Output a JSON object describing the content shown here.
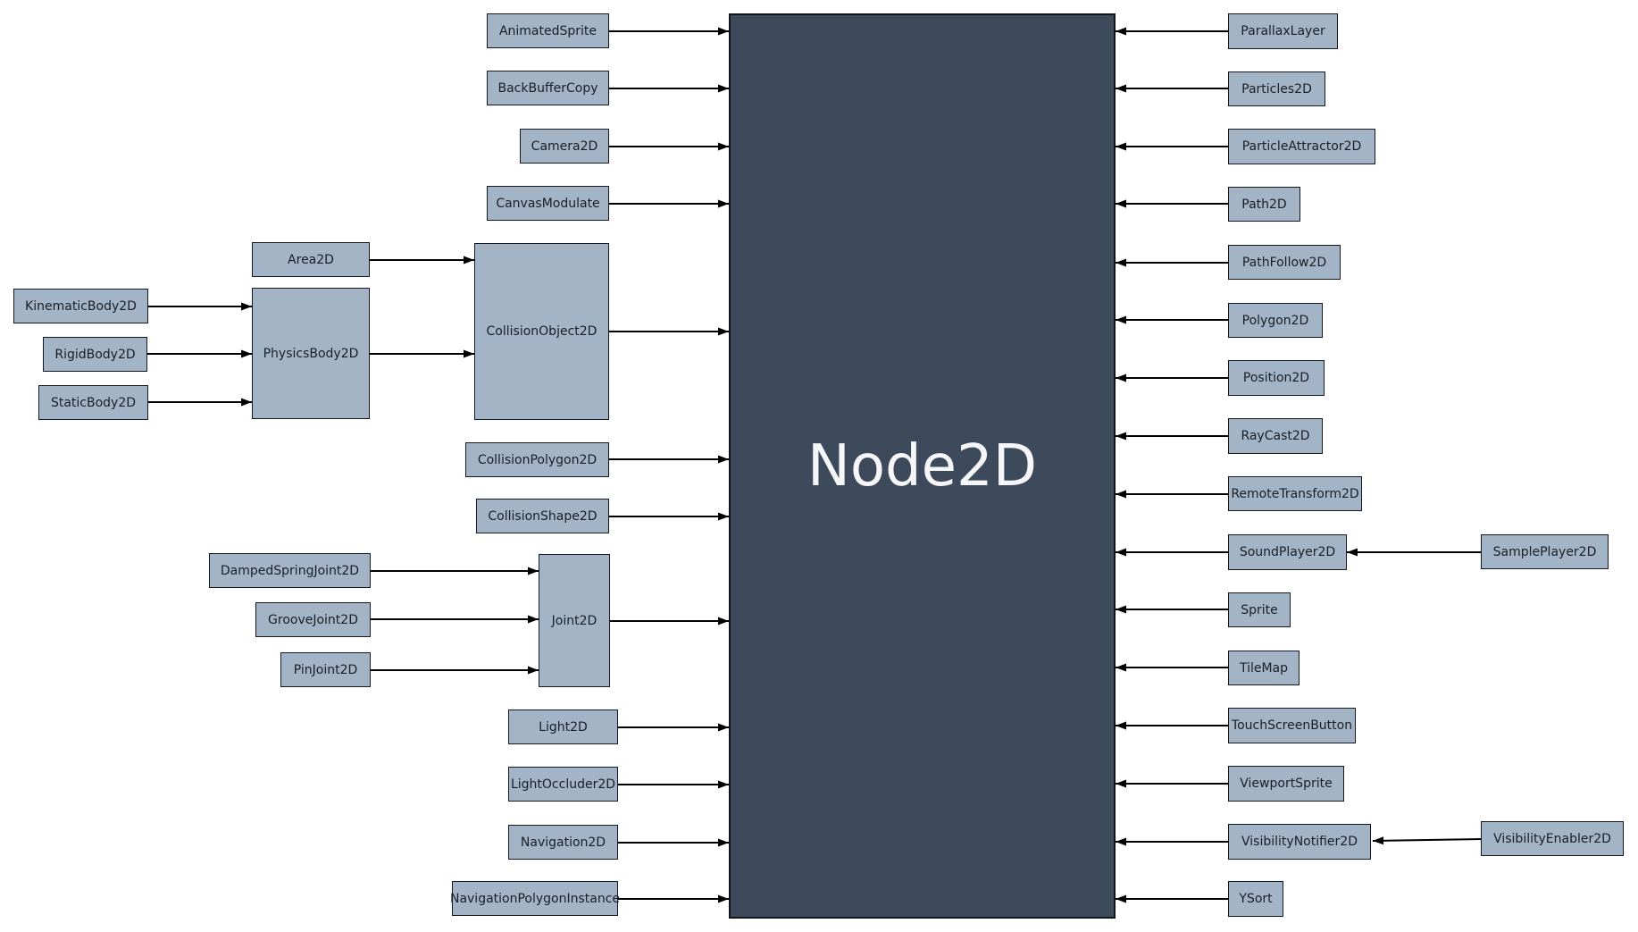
{
  "diagram": {
    "center": {
      "label": "Node2D"
    },
    "colors": {
      "center_fill": "#3d4a5c",
      "center_text": "#f6f6f8",
      "box_fill": "#a3b4c7",
      "box_border": "#15181e",
      "box_text": "#1a1f27",
      "arrow": "#000000",
      "background": "#ffffff"
    },
    "nodes": {
      "animatedsprite": {
        "label": "AnimatedSprite"
      },
      "backbuffercopy": {
        "label": "BackBufferCopy"
      },
      "camera2d": {
        "label": "Camera2D"
      },
      "canvasmodulate": {
        "label": "CanvasModulate"
      },
      "area2d": {
        "label": "Area2D"
      },
      "kinematicbody2d": {
        "label": "KinematicBody2D"
      },
      "rigidbody2d": {
        "label": "RigidBody2D"
      },
      "staticbody2d": {
        "label": "StaticBody2D"
      },
      "physicsbody2d": {
        "label": "PhysicsBody2D"
      },
      "collisionobject2d": {
        "label": "CollisionObject2D"
      },
      "collisionpolygon2d": {
        "label": "CollisionPolygon2D"
      },
      "collisionshape2d": {
        "label": "CollisionShape2D"
      },
      "dampedspringjoint2d": {
        "label": "DampedSpringJoint2D"
      },
      "groovejoint2d": {
        "label": "GrooveJoint2D"
      },
      "pinjoint2d": {
        "label": "PinJoint2D"
      },
      "joint2d": {
        "label": "Joint2D"
      },
      "light2d": {
        "label": "Light2D"
      },
      "lightoccluder2d": {
        "label": "LightOccluder2D"
      },
      "navigation2d": {
        "label": "Navigation2D"
      },
      "navigationpolygoninstance": {
        "label": "NavigationPolygonInstance"
      },
      "parallaxlayer": {
        "label": "ParallaxLayer"
      },
      "particles2d": {
        "label": "Particles2D"
      },
      "particleattractor2d": {
        "label": "ParticleAttractor2D"
      },
      "path2d": {
        "label": "Path2D"
      },
      "pathfollow2d": {
        "label": "PathFollow2D"
      },
      "polygon2d": {
        "label": "Polygon2D"
      },
      "position2d": {
        "label": "Position2D"
      },
      "raycast2d": {
        "label": "RayCast2D"
      },
      "remotetransform2d": {
        "label": "RemoteTransform2D"
      },
      "soundplayer2d": {
        "label": "SoundPlayer2D"
      },
      "sampleplayer2d": {
        "label": "SamplePlayer2D"
      },
      "sprite": {
        "label": "Sprite"
      },
      "tilemap": {
        "label": "TileMap"
      },
      "touchscreenbutton": {
        "label": "TouchScreenButton"
      },
      "viewportsprite": {
        "label": "ViewportSprite"
      },
      "visibilitynotifier2d": {
        "label": "VisibilityNotifier2D"
      },
      "visibilityenabler2d": {
        "label": "VisibilityEnabler2D"
      },
      "ysort": {
        "label": "YSort"
      }
    },
    "edges": [
      {
        "from": "AnimatedSprite",
        "to": "Node2D"
      },
      {
        "from": "BackBufferCopy",
        "to": "Node2D"
      },
      {
        "from": "Camera2D",
        "to": "Node2D"
      },
      {
        "from": "CanvasModulate",
        "to": "Node2D"
      },
      {
        "from": "Area2D",
        "to": "CollisionObject2D"
      },
      {
        "from": "KinematicBody2D",
        "to": "PhysicsBody2D"
      },
      {
        "from": "RigidBody2D",
        "to": "PhysicsBody2D"
      },
      {
        "from": "StaticBody2D",
        "to": "PhysicsBody2D"
      },
      {
        "from": "PhysicsBody2D",
        "to": "CollisionObject2D"
      },
      {
        "from": "CollisionObject2D",
        "to": "Node2D"
      },
      {
        "from": "CollisionPolygon2D",
        "to": "Node2D"
      },
      {
        "from": "CollisionShape2D",
        "to": "Node2D"
      },
      {
        "from": "DampedSpringJoint2D",
        "to": "Joint2D"
      },
      {
        "from": "GrooveJoint2D",
        "to": "Joint2D"
      },
      {
        "from": "PinJoint2D",
        "to": "Joint2D"
      },
      {
        "from": "Joint2D",
        "to": "Node2D"
      },
      {
        "from": "Light2D",
        "to": "Node2D"
      },
      {
        "from": "LightOccluder2D",
        "to": "Node2D"
      },
      {
        "from": "Navigation2D",
        "to": "Node2D"
      },
      {
        "from": "NavigationPolygonInstance",
        "to": "Node2D"
      },
      {
        "from": "ParallaxLayer",
        "to": "Node2D"
      },
      {
        "from": "Particles2D",
        "to": "Node2D"
      },
      {
        "from": "ParticleAttractor2D",
        "to": "Node2D"
      },
      {
        "from": "Path2D",
        "to": "Node2D"
      },
      {
        "from": "PathFollow2D",
        "to": "Node2D"
      },
      {
        "from": "Polygon2D",
        "to": "Node2D"
      },
      {
        "from": "Position2D",
        "to": "Node2D"
      },
      {
        "from": "RayCast2D",
        "to": "Node2D"
      },
      {
        "from": "RemoteTransform2D",
        "to": "Node2D"
      },
      {
        "from": "SoundPlayer2D",
        "to": "Node2D"
      },
      {
        "from": "SamplePlayer2D",
        "to": "SoundPlayer2D"
      },
      {
        "from": "Sprite",
        "to": "Node2D"
      },
      {
        "from": "TileMap",
        "to": "Node2D"
      },
      {
        "from": "TouchScreenButton",
        "to": "Node2D"
      },
      {
        "from": "ViewportSprite",
        "to": "Node2D"
      },
      {
        "from": "VisibilityNotifier2D",
        "to": "Node2D"
      },
      {
        "from": "VisibilityEnabler2D",
        "to": "VisibilityNotifier2D"
      },
      {
        "from": "YSort",
        "to": "Node2D"
      }
    ]
  }
}
